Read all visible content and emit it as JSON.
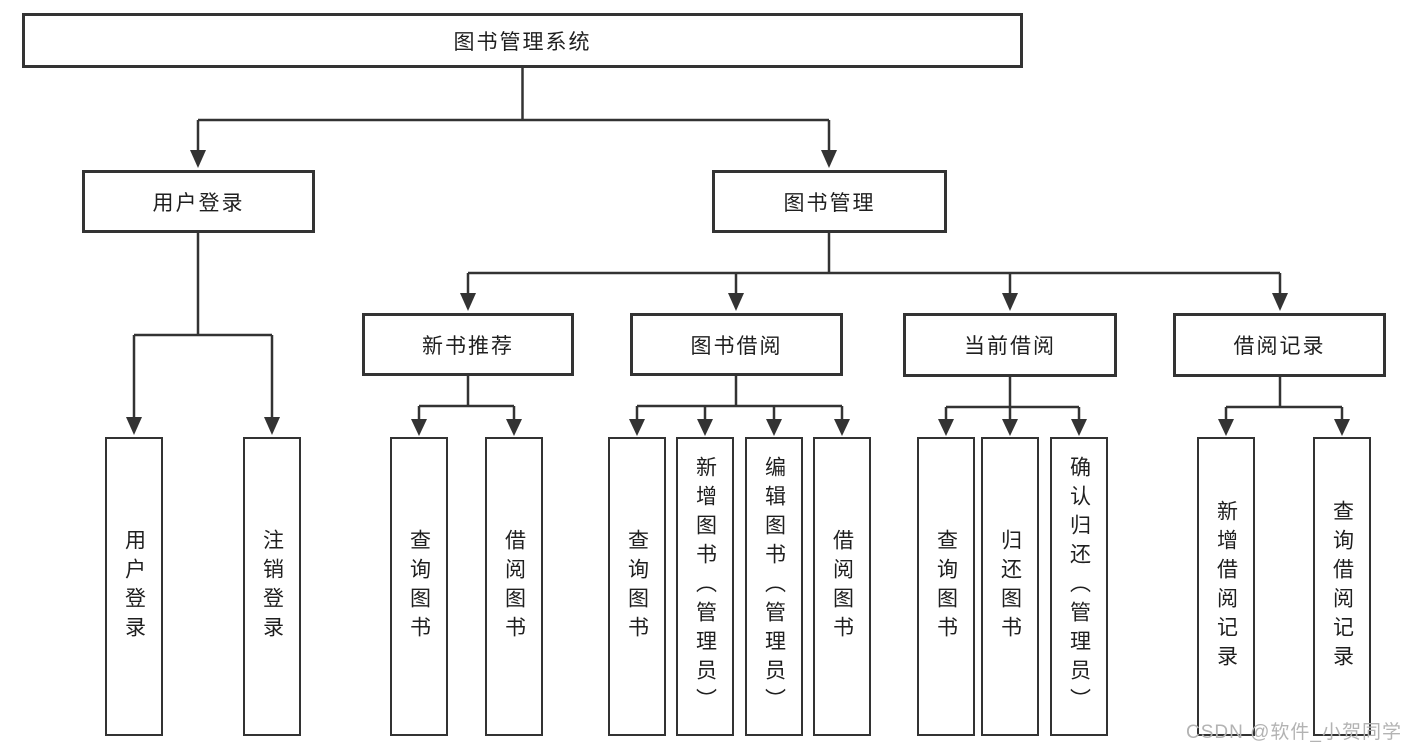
{
  "watermark": "CSDN @软件_小贺同学",
  "colors": {
    "line": "#333333",
    "box_border": "#333333",
    "box_fill": "#ffffff",
    "text": "#1f1f1f",
    "background": "#ffffff",
    "watermark": "#b3b3b3"
  },
  "tree": {
    "label": "图书管理系统",
    "children": [
      {
        "label": "用户登录",
        "children": [
          {
            "label": "用户登录"
          },
          {
            "label": "注销登录"
          }
        ]
      },
      {
        "label": "图书管理",
        "children": [
          {
            "label": "新书推荐",
            "children": [
              {
                "label": "查询图书"
              },
              {
                "label": "借阅图书"
              }
            ]
          },
          {
            "label": "图书借阅",
            "children": [
              {
                "label": "查询图书"
              },
              {
                "label": "新增图书（管理员）"
              },
              {
                "label": "编辑图书（管理员）"
              },
              {
                "label": "借阅图书"
              }
            ]
          },
          {
            "label": "当前借阅",
            "children": [
              {
                "label": "查询图书"
              },
              {
                "label": "归还图书"
              },
              {
                "label": "确认归还（管理员）"
              }
            ]
          },
          {
            "label": "借阅记录",
            "children": [
              {
                "label": "新增借阅记录"
              },
              {
                "label": "查询借阅记录"
              }
            ]
          }
        ]
      }
    ]
  }
}
